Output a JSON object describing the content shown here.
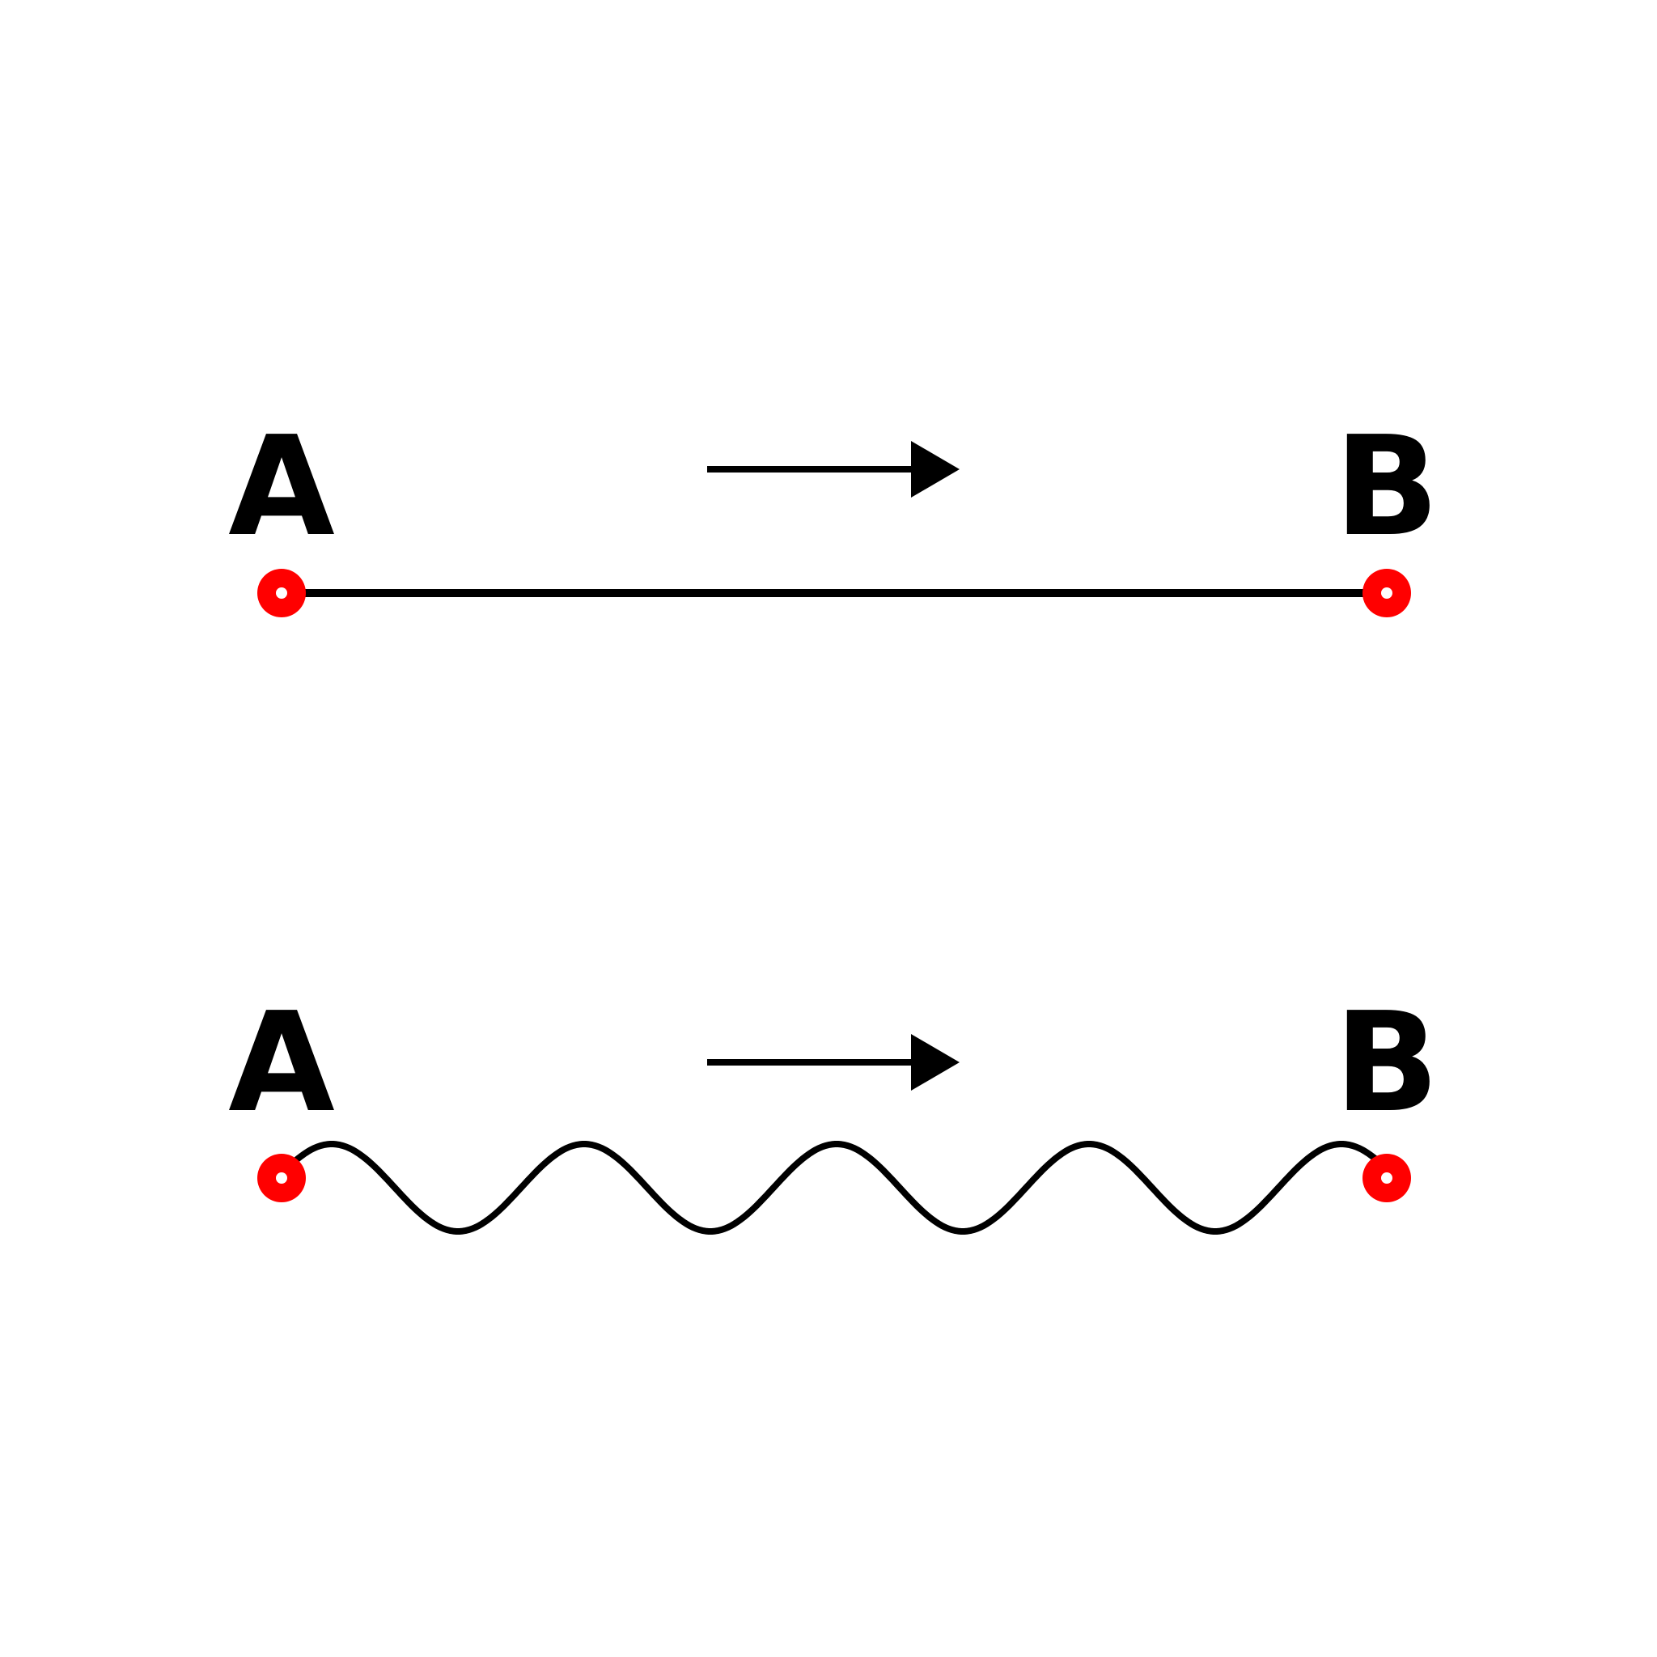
{
  "diagram": {
    "colors": {
      "stroke": "#000000",
      "endpoint": "#ff0000",
      "background": "#ffffff"
    },
    "panels": [
      {
        "path_style": "straight",
        "start_label": "A",
        "end_label": "B",
        "direction": "left-to-right"
      },
      {
        "path_style": "wavy",
        "start_label": "A",
        "end_label": "B",
        "direction": "left-to-right"
      }
    ]
  }
}
